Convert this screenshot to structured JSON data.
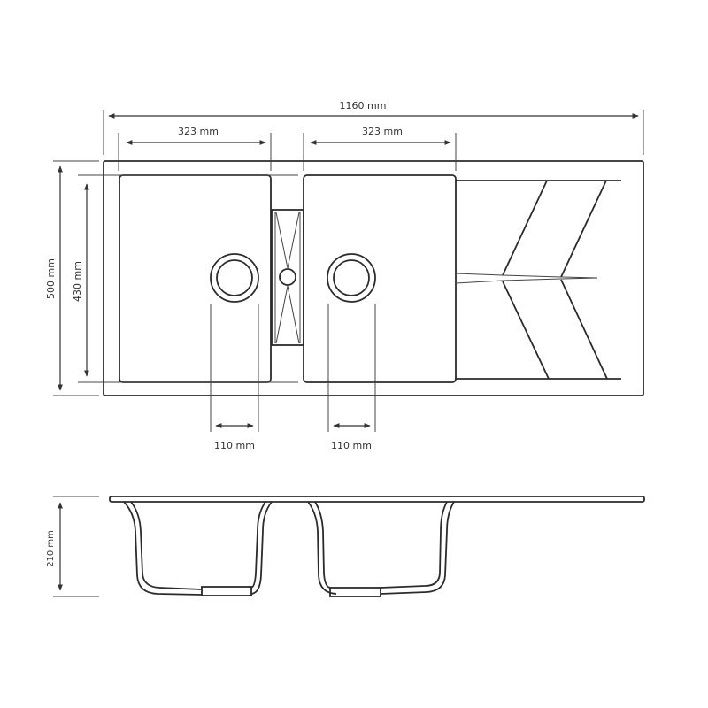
{
  "dimensions": {
    "overall_width": "1160 mm",
    "bowl_width_left": "323 mm",
    "bowl_width_right": "323 mm",
    "overall_depth": "500 mm",
    "bowl_depth": "430 mm",
    "drain_offset_left": "110 mm",
    "drain_offset_right": "110 mm",
    "bowl_height": "210 mm"
  },
  "colors": {
    "line": "#2b2b2b",
    "background": "#ffffff"
  }
}
